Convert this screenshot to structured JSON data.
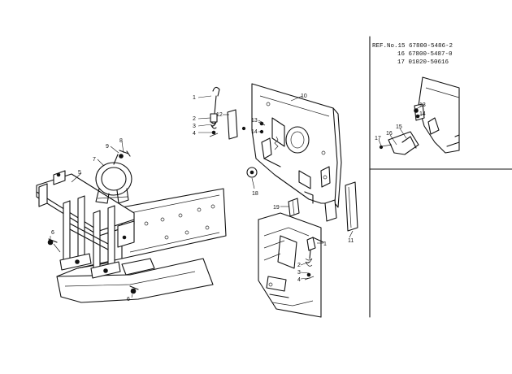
{
  "callouts": {
    "c1": "1",
    "c2": "2",
    "c3": "3",
    "c4": "4",
    "c5": "5",
    "c6": "6",
    "c6b": "6",
    "c7": "7",
    "c8": "8",
    "c9": "9",
    "c10": "10",
    "c11": "11",
    "c12": "12",
    "c13": "13",
    "c14": "14",
    "c18": "18",
    "c19": "19",
    "d1": "1",
    "d2": "2",
    "d3": "3",
    "d4": "4"
  },
  "inset": {
    "ref_line_1": "REF.No.15 67800-5486-2",
    "ref_line_2": "16 67800-5487-0",
    "ref_line_3": "17 01020-50616",
    "callouts": {
      "c13": "13",
      "c14": "14",
      "c15": "15",
      "c16": "16",
      "c17": "17"
    }
  }
}
